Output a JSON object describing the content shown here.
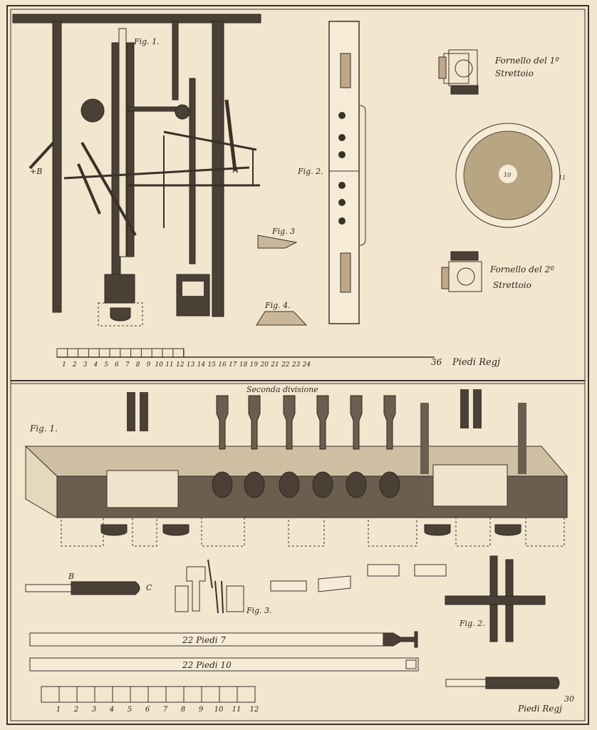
{
  "plate": {
    "upper": {
      "fig1_label": "Fig. 1.",
      "fig2_label": "Fig. 2.",
      "fig3_label": "Fig. 3",
      "fig4_label": "Fig. 4.",
      "label_A": "A",
      "label_B": "+B",
      "fornello1_line1": "Fornello del 1º",
      "fornello1_line2": "Strettoio",
      "fornello2_line1": "Fornello del 2º",
      "fornello2_line2": "Strettoio",
      "circle_center": "10",
      "circle_edge": "11",
      "scale_numbers": [
        "1",
        "2",
        "3",
        "4",
        "5",
        "6",
        "7",
        "8",
        "9",
        "10",
        "11",
        "12",
        "13",
        "14",
        "15",
        "16",
        "17",
        "18",
        "19",
        "20",
        "21",
        "22",
        "23",
        "24"
      ],
      "scale_end": "36",
      "scale_unit": "Piedi Regj"
    },
    "lower": {
      "section_title": "Seconda divisione",
      "fig1_label": "Fig. 1.",
      "fig3_label": "Fig. 3.",
      "fig2_label": "Fig. 2.",
      "tool_B": "B",
      "tool_C": "C",
      "bar1_label": "22 Piedi 7",
      "bar2_label": "22 Piedi 10",
      "scale_numbers": [
        "1",
        "2",
        "3",
        "4",
        "5",
        "6",
        "7",
        "8",
        "9",
        "10",
        "11",
        "12"
      ],
      "scale_end": "30",
      "scale_unit": "Piedi Regj"
    }
  }
}
